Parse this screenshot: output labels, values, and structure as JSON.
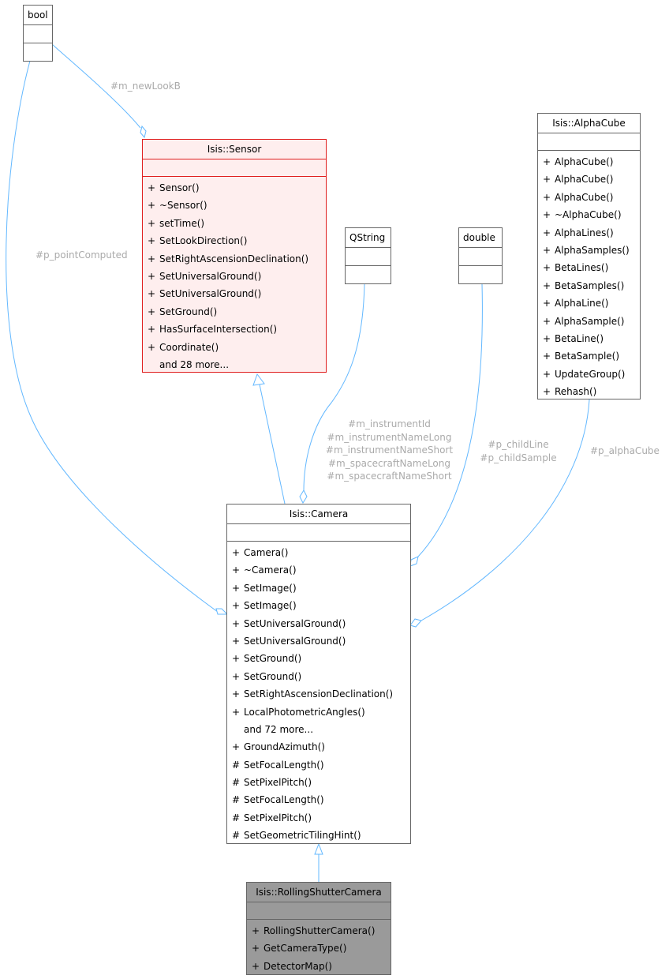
{
  "classes": {
    "bool": {
      "name": "bool",
      "methods": []
    },
    "sensor": {
      "name": "Isis::Sensor",
      "methods": [
        {
          "v": "+",
          "n": "Sensor()"
        },
        {
          "v": "+",
          "n": "~Sensor()"
        },
        {
          "v": "+",
          "n": "setTime()"
        },
        {
          "v": "+",
          "n": "SetLookDirection()"
        },
        {
          "v": "+",
          "n": "SetRightAscensionDeclination()"
        },
        {
          "v": "+",
          "n": "SetUniversalGround()"
        },
        {
          "v": "+",
          "n": "SetUniversalGround()"
        },
        {
          "v": "+",
          "n": "SetGround()"
        },
        {
          "v": "+",
          "n": "HasSurfaceIntersection()"
        },
        {
          "v": "+",
          "n": "Coordinate()"
        },
        {
          "v": "",
          "n": "and 28 more..."
        }
      ]
    },
    "qstring": {
      "name": "QString",
      "methods": []
    },
    "double": {
      "name": "double",
      "methods": []
    },
    "alphacube": {
      "name": "Isis::AlphaCube",
      "methods": [
        {
          "v": "+",
          "n": "AlphaCube()"
        },
        {
          "v": "+",
          "n": "AlphaCube()"
        },
        {
          "v": "+",
          "n": "AlphaCube()"
        },
        {
          "v": "+",
          "n": "~AlphaCube()"
        },
        {
          "v": "+",
          "n": "AlphaLines()"
        },
        {
          "v": "+",
          "n": "AlphaSamples()"
        },
        {
          "v": "+",
          "n": "BetaLines()"
        },
        {
          "v": "+",
          "n": "BetaSamples()"
        },
        {
          "v": "+",
          "n": "AlphaLine()"
        },
        {
          "v": "+",
          "n": "AlphaSample()"
        },
        {
          "v": "+",
          "n": "BetaLine()"
        },
        {
          "v": "+",
          "n": "BetaSample()"
        },
        {
          "v": "+",
          "n": "UpdateGroup()"
        },
        {
          "v": "+",
          "n": "Rehash()"
        }
      ]
    },
    "camera": {
      "name": "Isis::Camera",
      "methods": [
        {
          "v": "+",
          "n": "Camera()"
        },
        {
          "v": "+",
          "n": "~Camera()"
        },
        {
          "v": "+",
          "n": "SetImage()"
        },
        {
          "v": "+",
          "n": "SetImage()"
        },
        {
          "v": "+",
          "n": "SetUniversalGround()"
        },
        {
          "v": "+",
          "n": "SetUniversalGround()"
        },
        {
          "v": "+",
          "n": "SetGround()"
        },
        {
          "v": "+",
          "n": "SetGround()"
        },
        {
          "v": "+",
          "n": "SetRightAscensionDeclination()"
        },
        {
          "v": "+",
          "n": "LocalPhotometricAngles()"
        },
        {
          "v": "",
          "n": "and 72 more..."
        },
        {
          "v": "+",
          "n": "GroundAzimuth()"
        },
        {
          "v": "#",
          "n": "SetFocalLength()"
        },
        {
          "v": "#",
          "n": "SetPixelPitch()"
        },
        {
          "v": "#",
          "n": "SetFocalLength()"
        },
        {
          "v": "#",
          "n": "SetPixelPitch()"
        },
        {
          "v": "#",
          "n": "SetGeometricTilingHint()"
        }
      ]
    },
    "rsc": {
      "name": "Isis::RollingShutterCamera",
      "methods": [
        {
          "v": "+",
          "n": "RollingShutterCamera()"
        },
        {
          "v": "+",
          "n": "GetCameraType()"
        },
        {
          "v": "+",
          "n": "DetectorMap()"
        }
      ]
    }
  },
  "edge_labels": {
    "newLookB": [
      "#m_newLookB"
    ],
    "pointComputed": [
      "#p_pointComputed"
    ],
    "qstring_members": [
      "#m_instrumentId",
      "#m_instrumentNameLong",
      "#m_instrumentNameShort",
      "#m_spacecraftNameLong",
      "#m_spacecraftNameShort"
    ],
    "double_members": [
      "#p_childLine",
      "#p_childSample"
    ],
    "alphaCube": [
      "#p_alphaCube"
    ]
  },
  "colors": {
    "edge": "#63b8ff",
    "box_border": "#666666",
    "sensor_border": "#e02020",
    "sensor_fill": "#feeeee",
    "focus_fill": "#9a9a9a",
    "label": "#aaaaaa"
  }
}
